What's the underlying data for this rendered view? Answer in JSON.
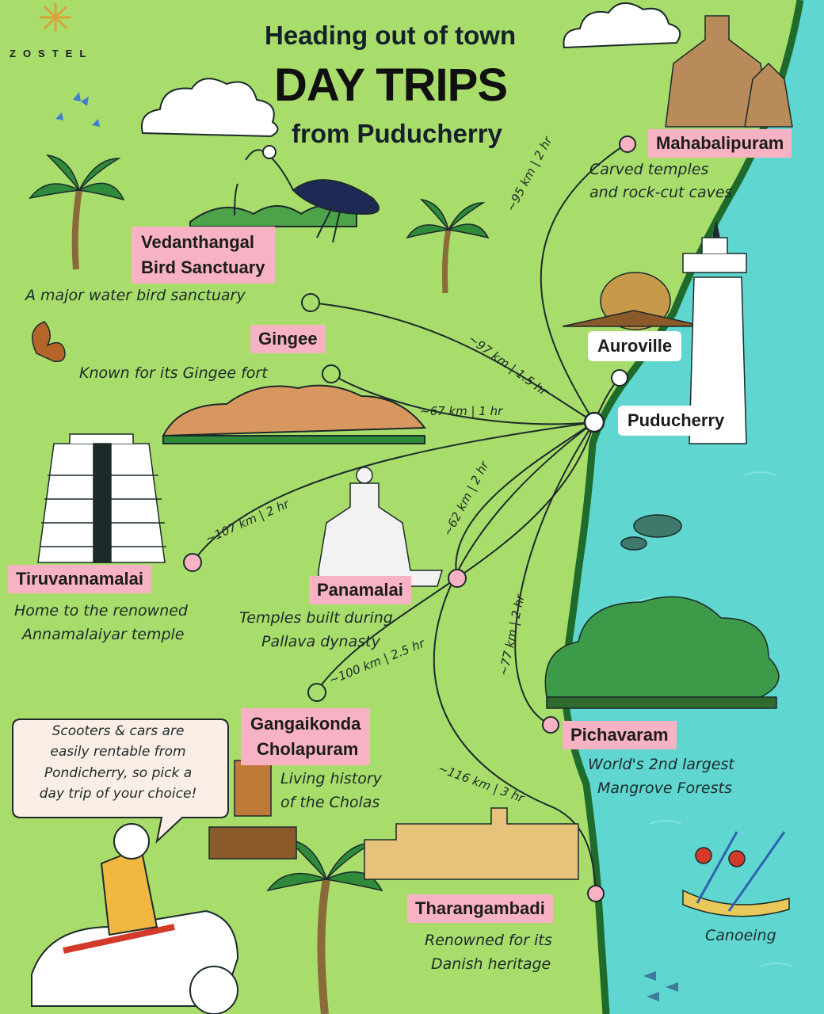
{
  "brand": "ZOSTEL",
  "header": {
    "line1": "Heading out of town",
    "line2": "DAY TRIPS",
    "line3": "from Puducherry"
  },
  "colors": {
    "land": "#a9dd6b",
    "sea": "#5fd6d0",
    "label_pink": "#f7b3c3",
    "coast": "#1f6b2c"
  },
  "hub": {
    "name": "Puducherry"
  },
  "auroville": {
    "name": "Auroville"
  },
  "destinations": [
    {
      "name": "Mahabalipuram",
      "desc_line1": "Carved temples",
      "desc_line2": "and rock-cut caves",
      "distance": "~95 km | 2 hr"
    },
    {
      "name_line1": "Vedanthangal",
      "name_line2": "Bird Sanctuary",
      "desc_line1": "A major water bird sanctuary",
      "distance": "~97 km | 1.5 hr"
    },
    {
      "name": "Gingee",
      "desc_line1": "Known for its Gingee fort",
      "distance": "~67 km | 1 hr"
    },
    {
      "name": "Tiruvannamalai",
      "desc_line1": "Home to the renowned",
      "desc_line2": "Annamalaiyar temple",
      "distance": "~107 km | 2 hr"
    },
    {
      "name": "Panamalai",
      "desc_line1": "Temples built during",
      "desc_line2": "Pallava dynasty",
      "distance": "~62 km | 2 hr"
    },
    {
      "name_line1": "Gangaikonda",
      "name_line2": "Cholapuram",
      "desc_line1": "Living history",
      "desc_line2": "of the Cholas",
      "distance": "~100 km | 2.5 hr"
    },
    {
      "name": "Pichavaram",
      "desc_line1": "World's 2nd largest",
      "desc_line2": "Mangrove Forests",
      "distance": "~77 km | 2 hr"
    },
    {
      "name": "Tharangambadi",
      "desc_line1": "Renowned for its",
      "desc_line2": "Danish heritage",
      "distance": "~116 km | 3 hr"
    }
  ],
  "canoeing": "Canoeing",
  "tip": "Scooters & cars are\neasily rentable from\nPondicherry, so pick a\nday trip of your choice!",
  "icons": [
    "zostel-logo-icon",
    "butterfly-icon",
    "cloud-icon",
    "heron-icon",
    "palm-tree-icon",
    "squirrel-icon",
    "fort-hill-icon",
    "gopuram-temple-icon",
    "shore-temple-icon",
    "matrimandir-icon",
    "lighthouse-icon",
    "turtle-icon",
    "mangrove-icon",
    "kayak-icon",
    "chola-statue-icon",
    "danish-fort-icon",
    "scooter-rider-icon",
    "fish-icon"
  ]
}
